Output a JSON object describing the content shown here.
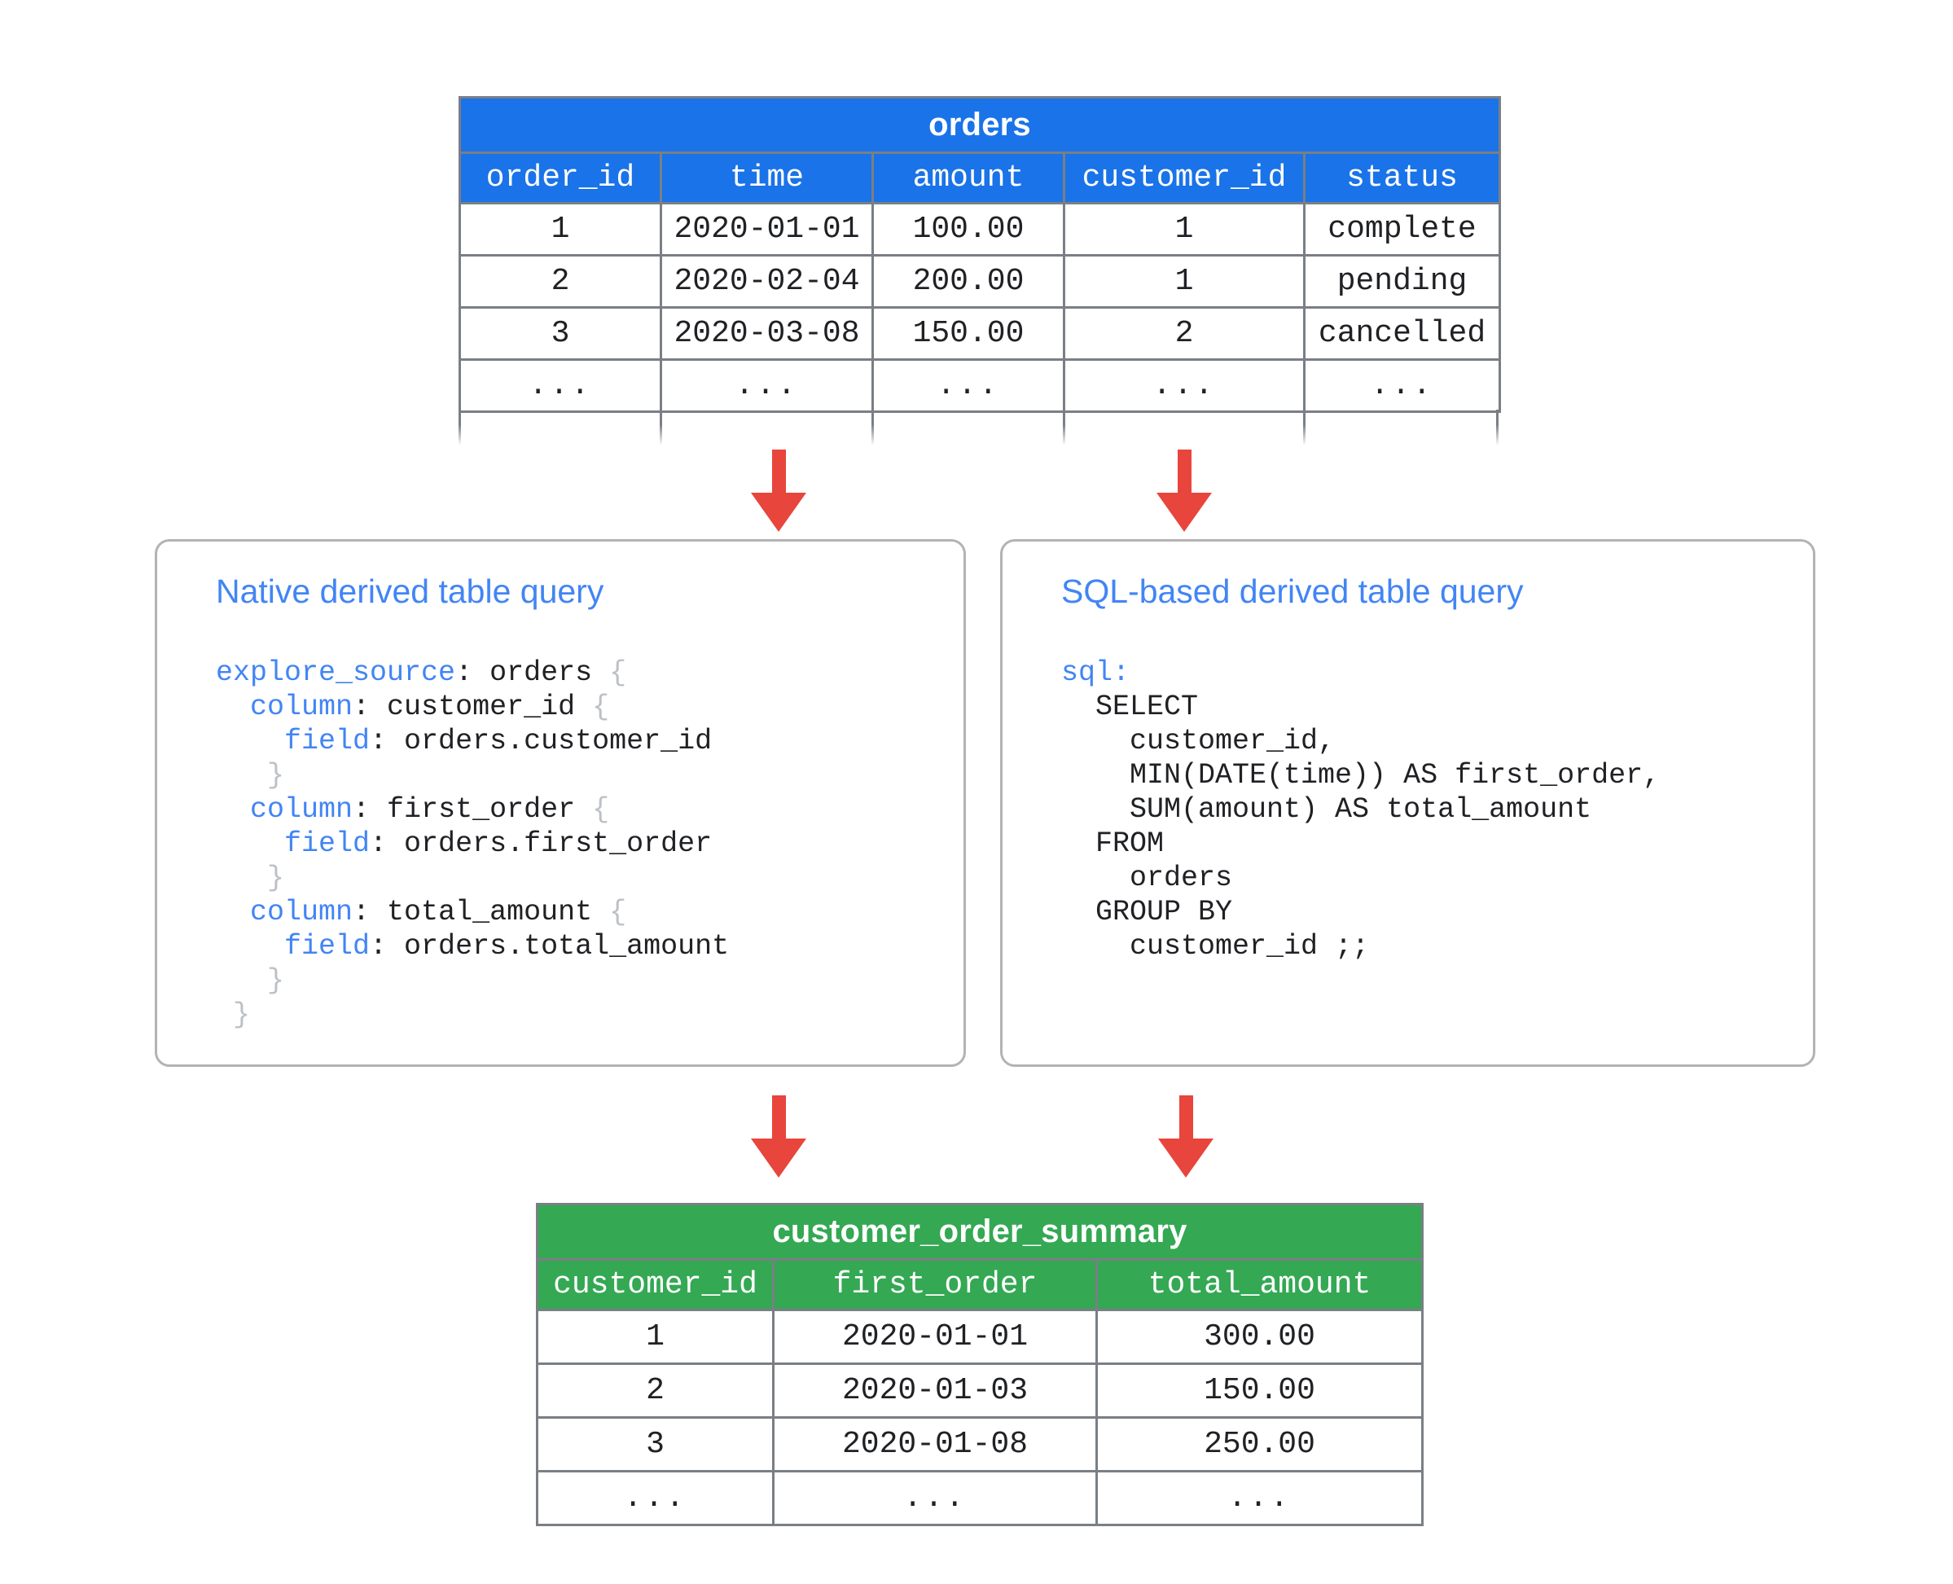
{
  "diagram": {
    "title_semantic": "looker-derived-table-diagram",
    "colors": {
      "source_table_header": "#1a73e8",
      "result_table_header": "#34a853",
      "arrow": "#e8453c",
      "card_border": "#b3b3b3",
      "code_keyword": "#4285f4",
      "code_brace": "#bdc1c6",
      "code_plain": "#202124"
    }
  },
  "source_table": {
    "name": "orders",
    "columns": [
      "order_id",
      "time",
      "amount",
      "customer_id",
      "status"
    ],
    "rows": [
      [
        "1",
        "2020-01-01",
        "100.00",
        "1",
        "complete"
      ],
      [
        "2",
        "2020-02-04",
        "200.00",
        "1",
        "pending"
      ],
      [
        "3",
        "2020-03-08",
        "150.00",
        "2",
        "cancelled"
      ],
      [
        "...",
        "...",
        "...",
        "...",
        "..."
      ]
    ],
    "has_truncated_row": true
  },
  "native_card": {
    "title": "Native derived table query",
    "lines": [
      [
        {
          "t": "explore_source",
          "c": "kw"
        },
        {
          "t": ": orders ",
          "c": "pln"
        },
        {
          "t": "{",
          "c": "brc"
        }
      ],
      [
        {
          "t": "  ",
          "c": "pln"
        },
        {
          "t": "column",
          "c": "kw"
        },
        {
          "t": ": customer_id ",
          "c": "pln"
        },
        {
          "t": "{",
          "c": "brc"
        }
      ],
      [
        {
          "t": "    ",
          "c": "pln"
        },
        {
          "t": "field",
          "c": "kw"
        },
        {
          "t": ": orders.customer_id",
          "c": "pln"
        }
      ],
      [
        {
          "t": "   ",
          "c": "pln"
        },
        {
          "t": "}",
          "c": "brc"
        }
      ],
      [
        {
          "t": "  ",
          "c": "pln"
        },
        {
          "t": "column",
          "c": "kw"
        },
        {
          "t": ": first_order ",
          "c": "pln"
        },
        {
          "t": "{",
          "c": "brc"
        }
      ],
      [
        {
          "t": "    ",
          "c": "pln"
        },
        {
          "t": "field",
          "c": "kw"
        },
        {
          "t": ": orders.first_order",
          "c": "pln"
        }
      ],
      [
        {
          "t": "   ",
          "c": "pln"
        },
        {
          "t": "}",
          "c": "brc"
        }
      ],
      [
        {
          "t": "  ",
          "c": "pln"
        },
        {
          "t": "column",
          "c": "kw"
        },
        {
          "t": ": total_amount ",
          "c": "pln"
        },
        {
          "t": "{",
          "c": "brc"
        }
      ],
      [
        {
          "t": "    ",
          "c": "pln"
        },
        {
          "t": "field",
          "c": "kw"
        },
        {
          "t": ": orders.total_amount",
          "c": "pln"
        }
      ],
      [
        {
          "t": "   ",
          "c": "pln"
        },
        {
          "t": "}",
          "c": "brc"
        }
      ],
      [
        {
          "t": " ",
          "c": "pln"
        },
        {
          "t": "}",
          "c": "brc"
        }
      ]
    ],
    "plain_text": "explore_source: orders {\n  column: customer_id {\n    field: orders.customer_id\n   }\n  column: first_order {\n    field: orders.first_order\n   }\n  column: total_amount {\n    field: orders.total_amount\n   }\n }"
  },
  "sql_card": {
    "title": "SQL-based derived table query",
    "lines": [
      [
        {
          "t": "sql:",
          "c": "kw"
        }
      ],
      [
        {
          "t": "  SELECT",
          "c": "pln"
        }
      ],
      [
        {
          "t": "    customer_id,",
          "c": "pln"
        }
      ],
      [
        {
          "t": "    MIN(DATE(time)) AS first_order,",
          "c": "pln"
        }
      ],
      [
        {
          "t": "    SUM(amount) AS total_amount",
          "c": "pln"
        }
      ],
      [
        {
          "t": "  FROM",
          "c": "pln"
        }
      ],
      [
        {
          "t": "    orders",
          "c": "pln"
        }
      ],
      [
        {
          "t": "  GROUP BY",
          "c": "pln"
        }
      ],
      [
        {
          "t": "    customer_id ;;",
          "c": "pln"
        }
      ]
    ],
    "plain_text": "sql:\n  SELECT\n    customer_id,\n    MIN(DATE(time)) AS first_order,\n    SUM(amount) AS total_amount\n  FROM\n    orders\n  GROUP BY\n    customer_id ;;"
  },
  "result_table": {
    "name": "customer_order_summary",
    "columns": [
      "customer_id",
      "first_order",
      "total_amount"
    ],
    "rows": [
      [
        "1",
        "2020-01-01",
        "300.00"
      ],
      [
        "2",
        "2020-01-03",
        "150.00"
      ],
      [
        "3",
        "2020-01-08",
        "250.00"
      ],
      [
        "...",
        "...",
        "..."
      ]
    ]
  },
  "arrows": [
    {
      "name": "arrow-orders-to-native",
      "direction": "down"
    },
    {
      "name": "arrow-orders-to-sql",
      "direction": "down"
    },
    {
      "name": "arrow-native-to-summary",
      "direction": "down"
    },
    {
      "name": "arrow-sql-to-summary",
      "direction": "down"
    }
  ]
}
